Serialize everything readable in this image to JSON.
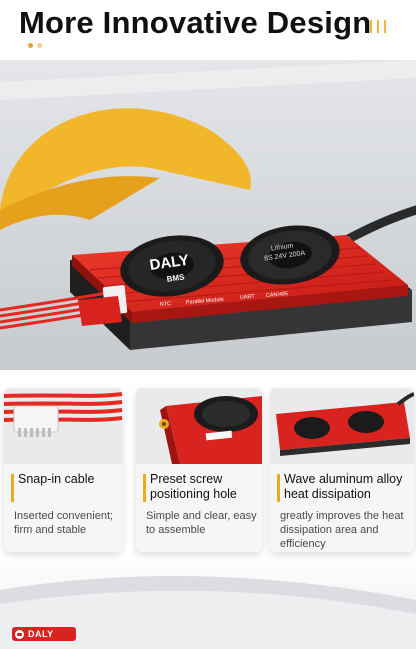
{
  "header": {
    "title": "More Innovative Design",
    "dot_colors": [
      "#e8a030",
      "#f5cf8a",
      "#bdbdbd"
    ],
    "bar_color": "#f0b73a"
  },
  "hero": {
    "product": {
      "brand": "DALY",
      "badge": "BMS",
      "spec_line1": "Lithium",
      "spec_line2": "8S 24V 200A",
      "ports": [
        "NTC",
        "Parallel Module",
        "UART",
        "CAN/485"
      ]
    },
    "colors": {
      "yellow": "#f2b62b",
      "red": "#d8231f",
      "dark_red": "#a81612",
      "fan": "#1b1b1b"
    }
  },
  "features": [
    {
      "title": "Snap-in cable",
      "description": "Inserted convenient; firm and stable",
      "thumb_icon": "connector-icon"
    },
    {
      "title": "Preset screw positioning hole",
      "description": "Simple and clear, easy to assemble",
      "thumb_icon": "screw-hole-icon"
    },
    {
      "title": "Wave aluminum alloy heat dissipation",
      "description": "greatly improves the heat dissipation area and efficiency",
      "thumb_icon": "heatsink-icon"
    }
  ],
  "footer": {
    "brand": "DALY",
    "accent": "#f0a820"
  }
}
